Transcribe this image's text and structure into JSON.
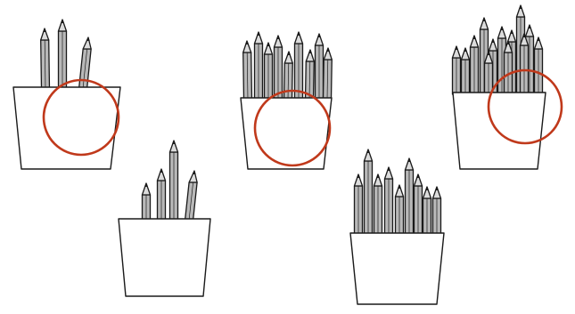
{
  "colors": {
    "background": "#ffffff",
    "outline": "#1a1a1a",
    "pencil_fill": "#b9b9b9",
    "circle": "#c0391b"
  },
  "cups": [
    {
      "name": "cup-3-pencils-circled",
      "pencil_count": 3,
      "circled": true
    },
    {
      "name": "cup-9-pencils-circled",
      "pencil_count": 9,
      "circled": true
    },
    {
      "name": "cup-13-pencils-circled",
      "pencil_count": 13,
      "circled": true
    },
    {
      "name": "cup-4-pencils",
      "pencil_count": 4,
      "circled": false
    },
    {
      "name": "cup-9-pencils",
      "pencil_count": 9,
      "circled": false
    }
  ]
}
